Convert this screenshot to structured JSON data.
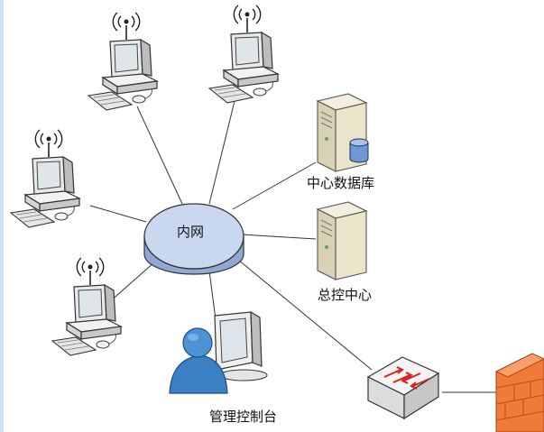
{
  "hub": {
    "label": "内网"
  },
  "nodes": {
    "database": {
      "label": "中心数据库"
    },
    "control_center": {
      "label": "总控中心"
    },
    "management_console": {
      "label": "管理控制台"
    }
  },
  "colors": {
    "hub_top": "#c9d7ef",
    "hub_side": "#8fa8d4",
    "firewall": "#f07a38",
    "server": "#e8e2cc",
    "person": "#3b7fc4",
    "accent_red": "#d8231e",
    "frame": "#cfe0f5"
  }
}
